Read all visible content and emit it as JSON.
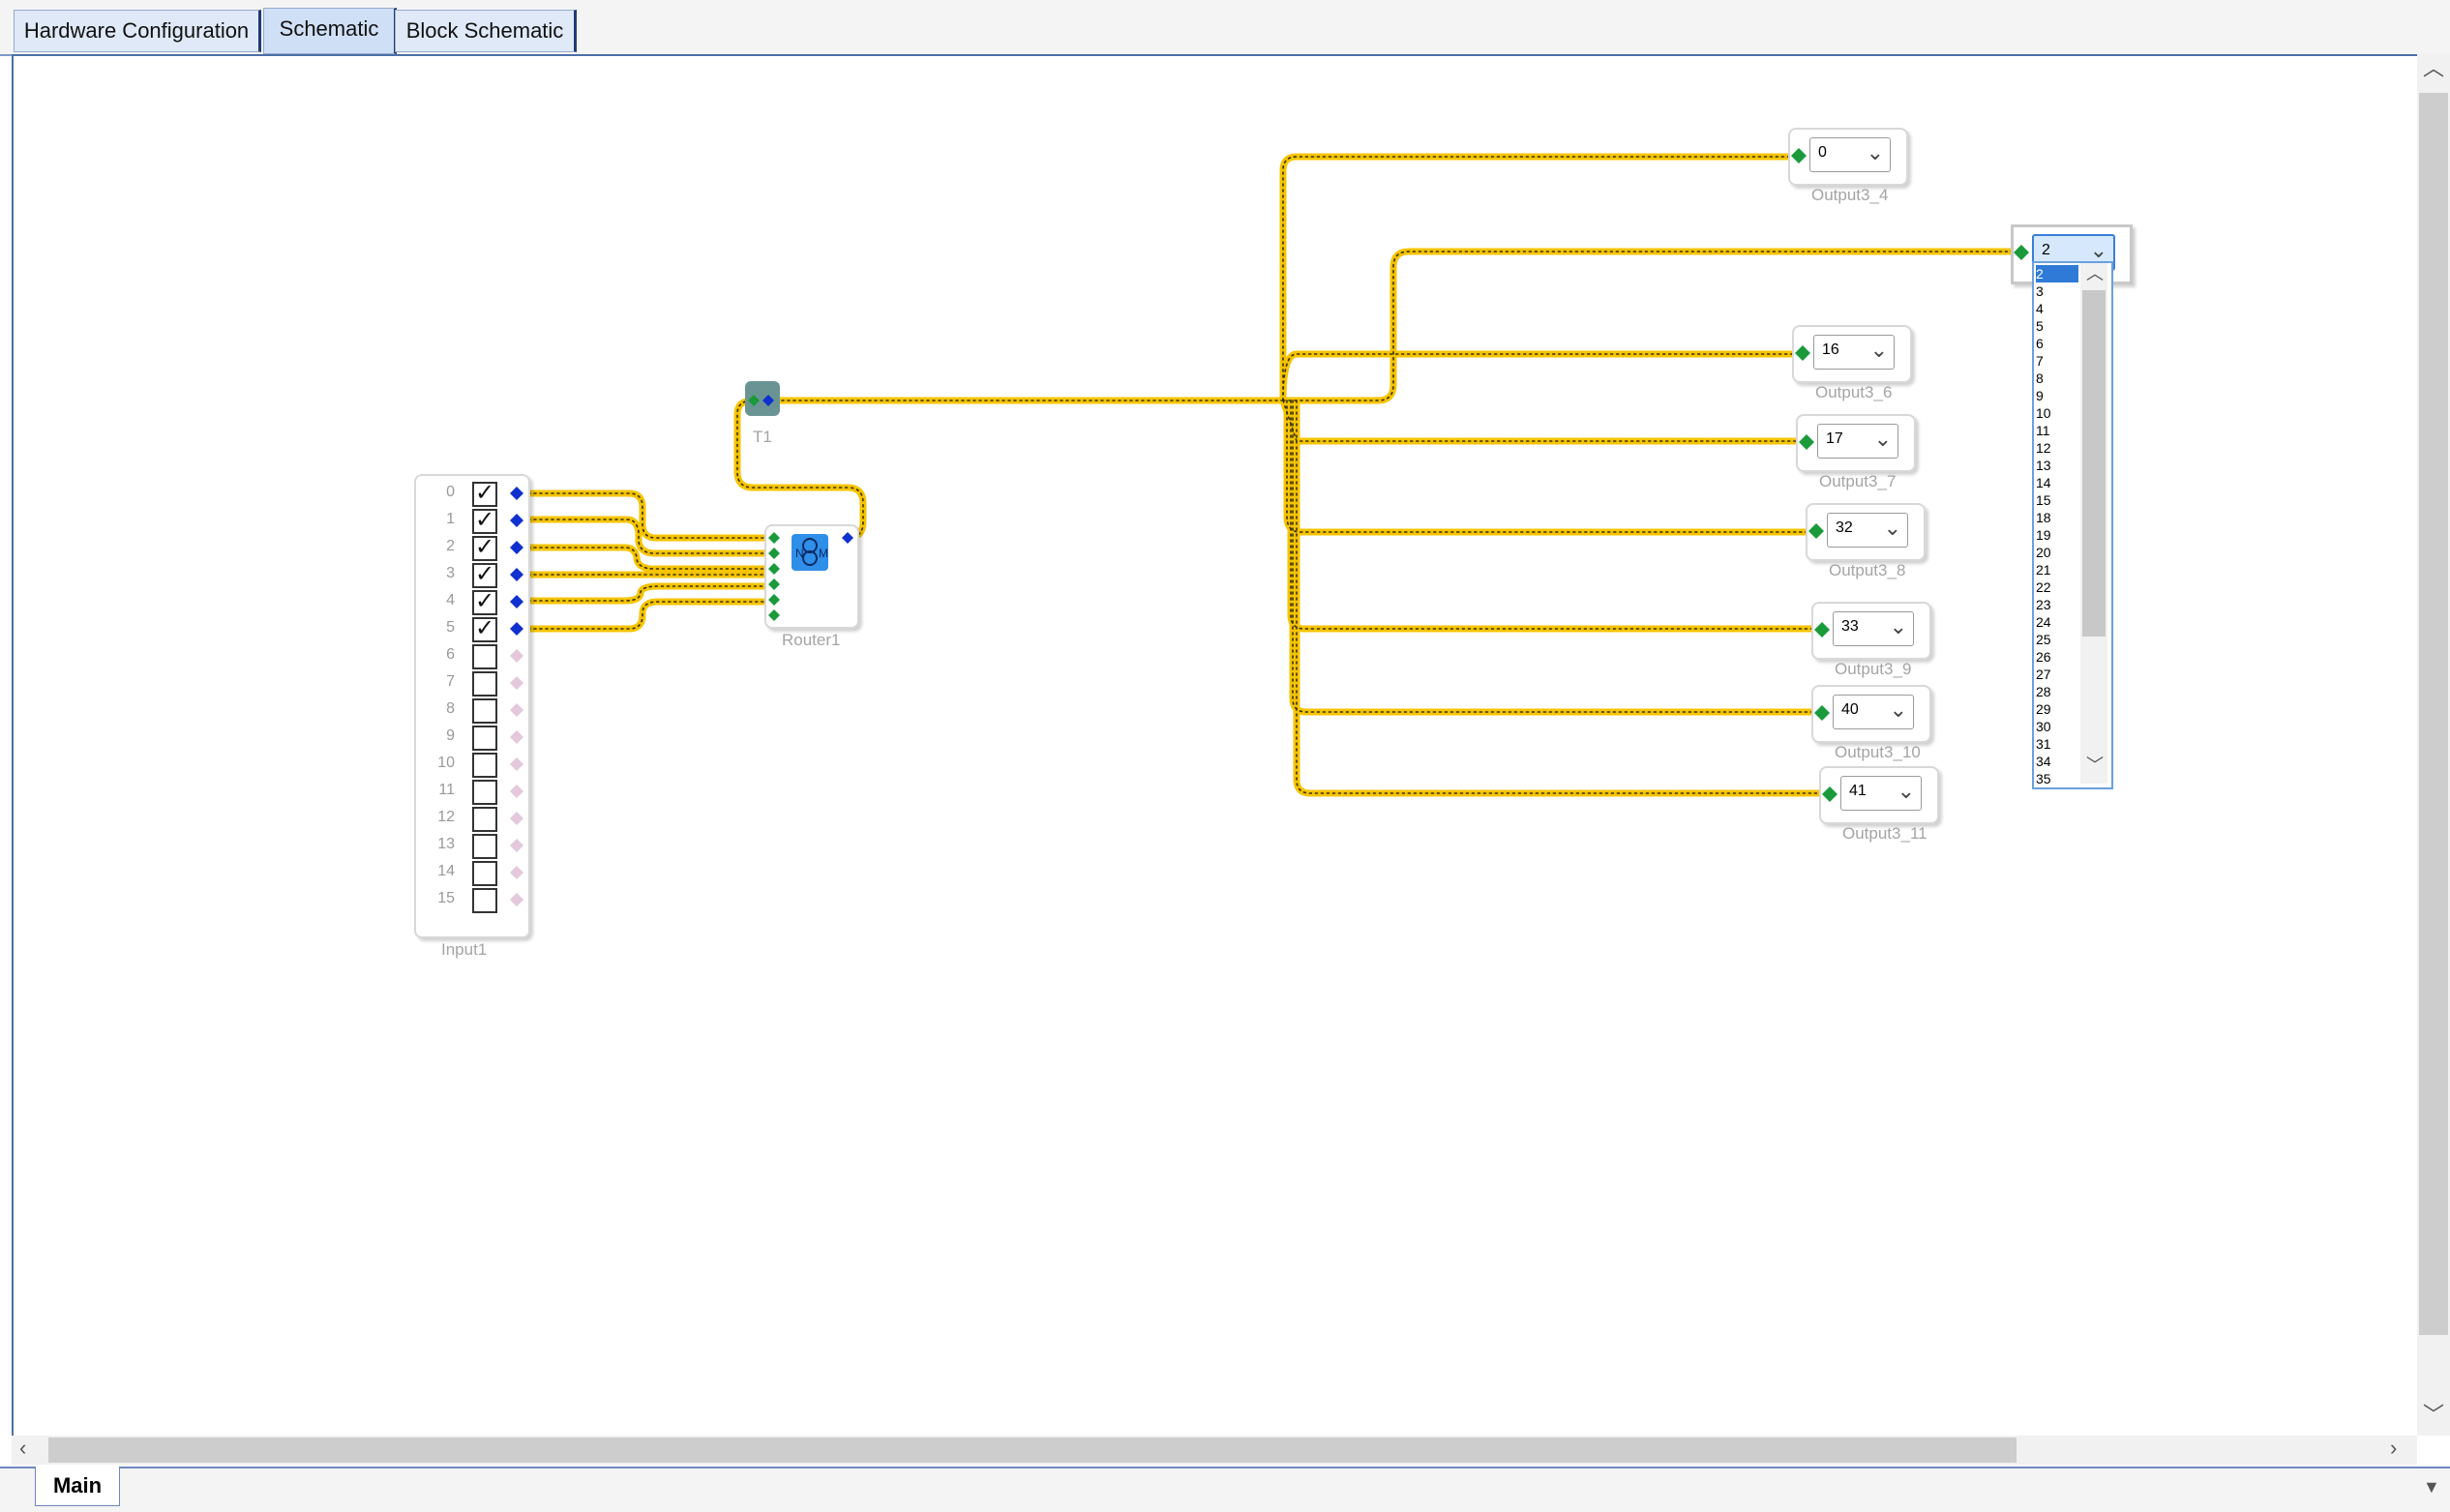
{
  "tabs": [
    {
      "label": "Hardware Configuration"
    },
    {
      "label": "Schematic"
    },
    {
      "label": "Block Schematic"
    }
  ],
  "input_block": {
    "label": "Input1",
    "rows": [
      {
        "num": "0",
        "checked": true
      },
      {
        "num": "1",
        "checked": true
      },
      {
        "num": "2",
        "checked": true
      },
      {
        "num": "3",
        "checked": true
      },
      {
        "num": "4",
        "checked": true
      },
      {
        "num": "5",
        "checked": true
      },
      {
        "num": "6",
        "checked": false
      },
      {
        "num": "7",
        "checked": false
      },
      {
        "num": "8",
        "checked": false
      },
      {
        "num": "9",
        "checked": false
      },
      {
        "num": "10",
        "checked": false
      },
      {
        "num": "11",
        "checked": false
      },
      {
        "num": "12",
        "checked": false
      },
      {
        "num": "13",
        "checked": false
      },
      {
        "num": "14",
        "checked": false
      },
      {
        "num": "15",
        "checked": false
      }
    ]
  },
  "router_block": {
    "label": "Router1"
  },
  "t1_block": {
    "label": "T1"
  },
  "outputs": [
    {
      "label": "Output3_4",
      "value": "0"
    },
    {
      "label": "",
      "value": "2",
      "open": true
    },
    {
      "label": "Output3_6",
      "value": "16"
    },
    {
      "label": "Output3_7",
      "value": "17"
    },
    {
      "label": "Output3_8",
      "value": "32"
    },
    {
      "label": "Output3_9",
      "value": "33"
    },
    {
      "label": "Output3_10",
      "value": "40"
    },
    {
      "label": "Output3_11",
      "value": "41"
    }
  ],
  "dropdown_options": [
    "2",
    "3",
    "4",
    "5",
    "6",
    "7",
    "8",
    "9",
    "10",
    "11",
    "12",
    "13",
    "14",
    "15",
    "18",
    "19",
    "20",
    "21",
    "22",
    "23",
    "24",
    "25",
    "26",
    "27",
    "28",
    "29",
    "30",
    "31",
    "34",
    "35"
  ],
  "bottom_tab": {
    "label": "Main"
  },
  "colors": {
    "wire": "#f5c400",
    "wire_dash": "#3a3000",
    "port_green": "#1a9a3a",
    "port_blue": "#1030d0"
  }
}
